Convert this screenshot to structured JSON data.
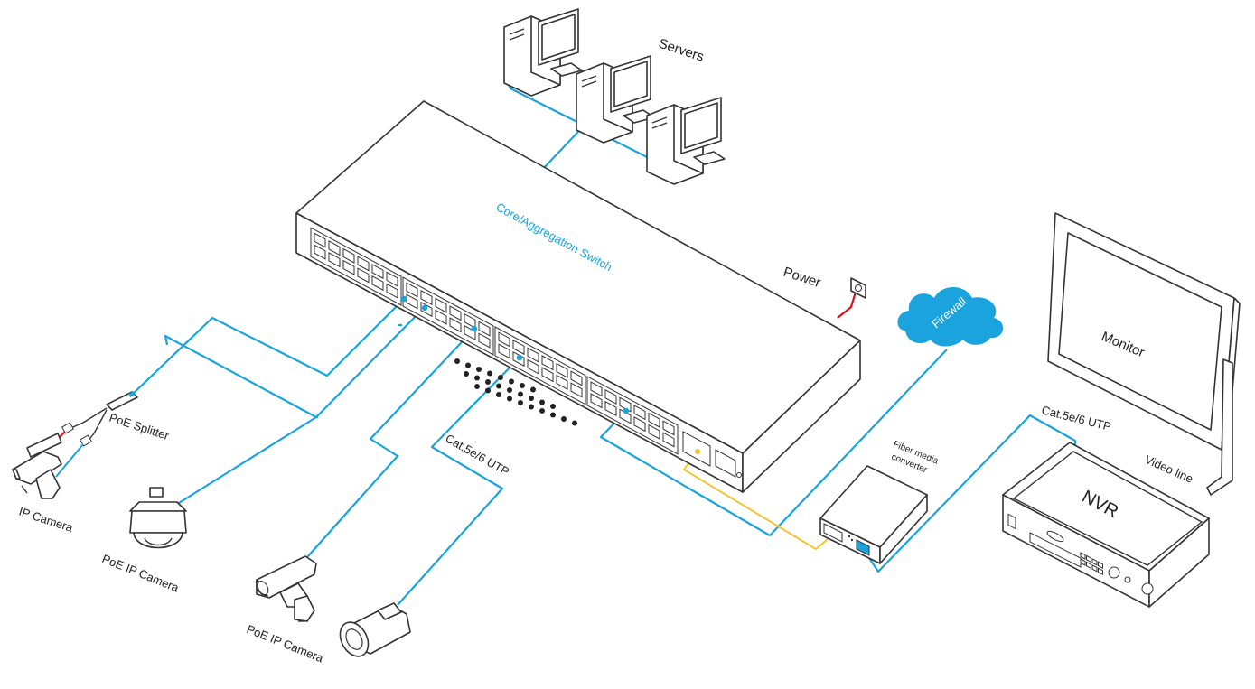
{
  "switch": {
    "label": "Core/Aggregation Switch"
  },
  "labels": {
    "servers": "Servers",
    "power": "Power",
    "firewall": "Firewall",
    "monitor": "Monitor",
    "nvr": "NVR",
    "video_line": "Video line",
    "cat_right": "Cat.5e/6 UTP",
    "cat_mid": "Cat.5e/6 UTP",
    "fiber_1": "Fiber media",
    "fiber_2": "converter",
    "poe_splitter": "PoE Splitter",
    "ip_camera": "IP Camera",
    "poe_ip_camera_1": "PoE IP Camera",
    "poe_ip_camera_2": "PoE IP Camera"
  },
  "colors": {
    "ethernet_cable": "#1aa3dc",
    "fiber_cable": "#f4c430",
    "power_cable": "#d7141a",
    "cloud": "#1aa3dc",
    "outline": "#333333"
  }
}
